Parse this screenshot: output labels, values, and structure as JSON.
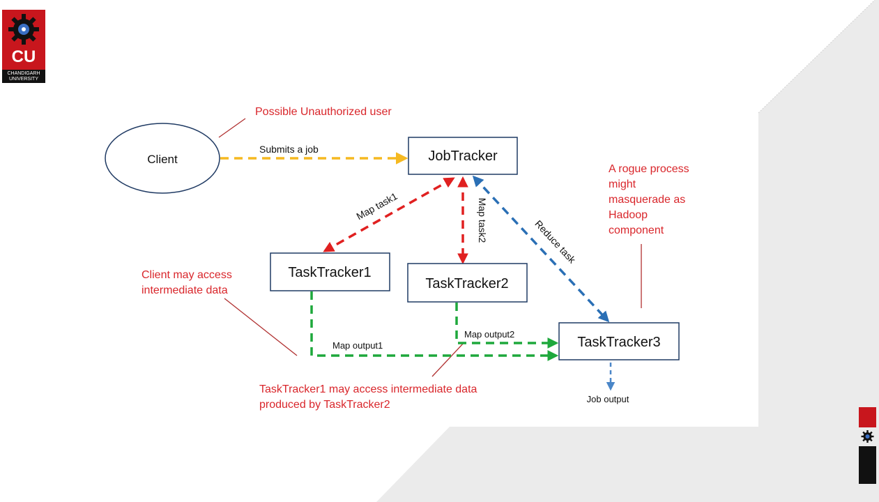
{
  "logo": {
    "initials": "CU",
    "subtitle_line1": "CHANDIGARH",
    "subtitle_line2": "UNIVERSITY"
  },
  "nodes": {
    "client": "Client",
    "jobtracker": "JobTracker",
    "tasktracker1": "TaskTracker1",
    "tasktracker2": "TaskTracker2",
    "tasktracker3": "TaskTracker3"
  },
  "edge_labels": {
    "submits_job": "Submits a job",
    "map_task1": "Map task1",
    "map_task2": "Map task2",
    "reduce_task": "Reduce task",
    "map_output1": "Map output1",
    "map_output2": "Map output2",
    "job_output": "Job output"
  },
  "annotations": {
    "unauthorized_user": "Possible Unauthorized user",
    "rogue_process": [
      "A rogue process",
      "might",
      "masquerade as",
      "Hadoop",
      "component"
    ],
    "client_access": [
      "Client may access",
      "intermediate data"
    ],
    "tasktracker_access": [
      "TaskTracker1 may access intermediate data",
      "produced by TaskTracker2"
    ]
  },
  "colors": {
    "annotation_red": "#d9262b",
    "submit_yellow": "#f5b921",
    "map_red": "#e02020",
    "reduce_blue": "#2a6fb5",
    "output_green": "#1ea83c",
    "job_output_blue": "#4a86c8",
    "node_border": "#1f3a63",
    "panel_gray": "#ebebeb",
    "logo_red": "#c8161d"
  }
}
